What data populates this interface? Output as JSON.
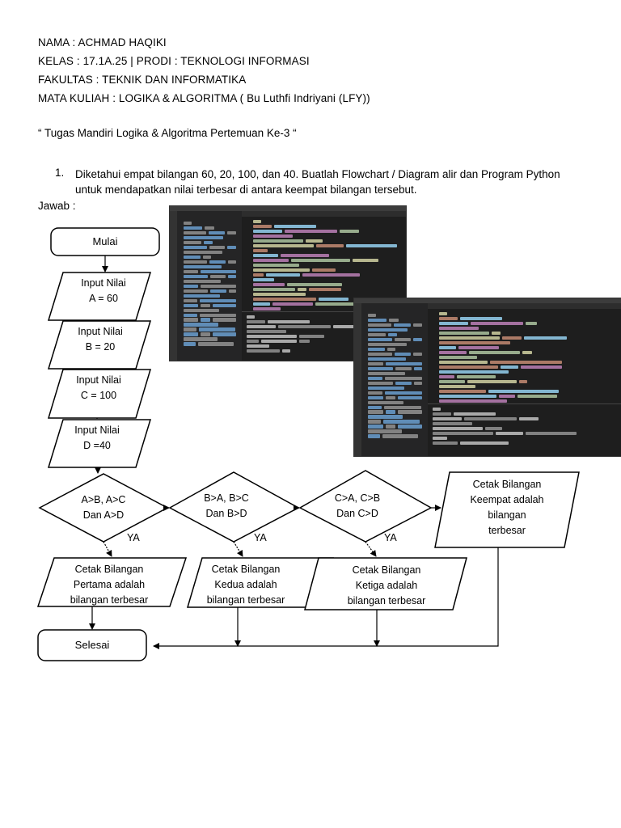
{
  "header": {
    "nama": "NAMA : ACHMAD HAQIKI",
    "kelas": "KELAS : 17.1A.25   |  PRODI : TEKNOLOGI INFORMASI",
    "fakultas": "FAKULTAS : TEKNIK DAN INFORMATIKA",
    "mata_kuliah": "MATA KULIAH : LOGIKA & ALGORITMA ( Bu Luthfi Indriyani (LFY))"
  },
  "task_title": "“ Tugas Mandiri Logika & Algoritma Pertemuan Ke-3 “",
  "question": {
    "number": "1.",
    "text": "Diketahui empat bilangan 60, 20, 100, dan 40. Buatlah Flowchart / Diagram alir dan Program Python untuk mendapatkan nilai terbesar di antara keempat bilangan tersebut."
  },
  "answer_label": "Jawab :",
  "flowchart": {
    "start": "Mulai",
    "inputs": [
      {
        "line1": "Input Nilai",
        "line2": "A = 60"
      },
      {
        "line1": "Input Nilai",
        "line2": "B = 20"
      },
      {
        "line1": "Input Nilai",
        "line2": "C = 100"
      },
      {
        "line1": "Input Nilai",
        "line2": "D =40"
      }
    ],
    "decisions": [
      {
        "line1": "A>B, A>C",
        "line2": "Dan A>D"
      },
      {
        "line1": "B>A, B>C",
        "line2": "Dan B>D"
      },
      {
        "line1": "C>A, C>B",
        "line2": "Dan C>D"
      }
    ],
    "yes_label": "YA",
    "outputs": [
      {
        "line1": "Cetak Bilangan",
        "line2": "Pertama adalah",
        "line3": "bilangan terbesar"
      },
      {
        "line1": "Cetak Bilangan",
        "line2": "Kedua adalah",
        "line3": "bilangan terbesar"
      },
      {
        "line1": "Cetak Bilangan",
        "line2": "Ketiga adalah",
        "line3": "bilangan terbesar"
      }
    ],
    "output_last": {
      "line1": "Cetak Bilangan",
      "line2": "Keempat adalah",
      "line3": "bilangan",
      "line4": "terbesar"
    },
    "end": "Selesai"
  },
  "colors": {
    "editor_bg": "#1e1e1e",
    "sidebar_bg": "#252526",
    "activity_bg": "#333333",
    "keyword": "#c586c0",
    "string": "#ce9178",
    "function": "#dcdcaa",
    "variable": "#9cdcfe",
    "number": "#b5cea8",
    "accent": "#007acc"
  }
}
